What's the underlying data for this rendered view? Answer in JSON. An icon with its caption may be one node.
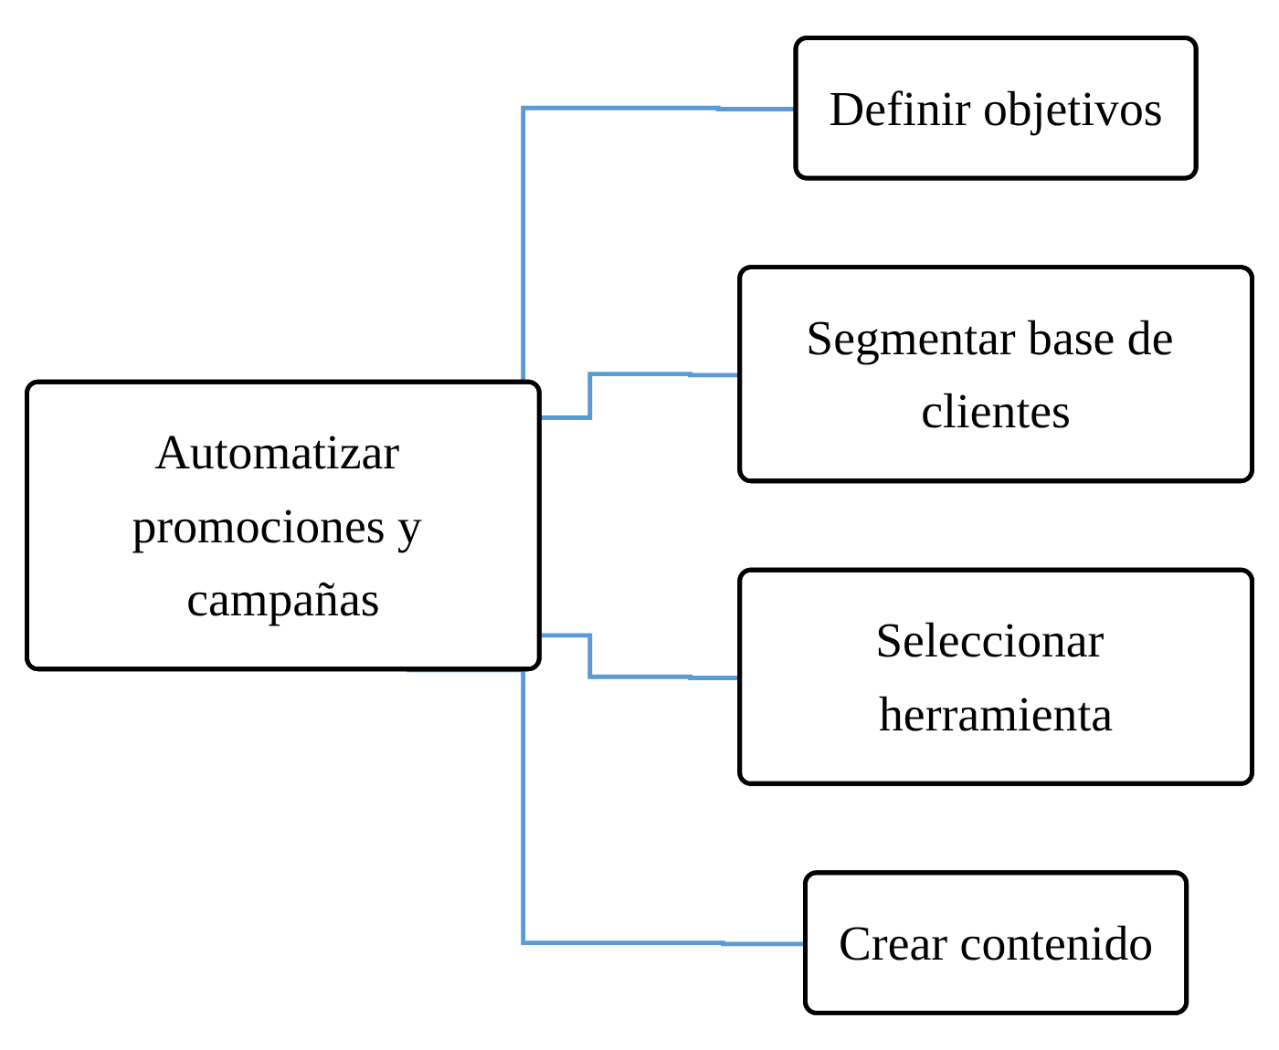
{
  "diagram": {
    "nodes": [
      {
        "text": [
          "Automatizar promociones y campañas"
        ]
      },
      {
        "text": [
          "Definir objetivos"
        ]
      },
      {
        "text": [
          "Segmentar base de clientes"
        ]
      },
      {
        "text": [
          "Seleccionar herramienta"
        ]
      },
      {
        "text": [
          "Crear contenido"
        ]
      }
    ],
    "edges": [
      {
        "from": 0,
        "to": 1,
        "arrow": "none"
      },
      {
        "from": 0,
        "to": 2,
        "arrow": "none"
      },
      {
        "from": 0,
        "to": 3,
        "arrow": "none"
      },
      {
        "from": 0,
        "to": 4,
        "arrow": "none"
      }
    ]
  }
}
